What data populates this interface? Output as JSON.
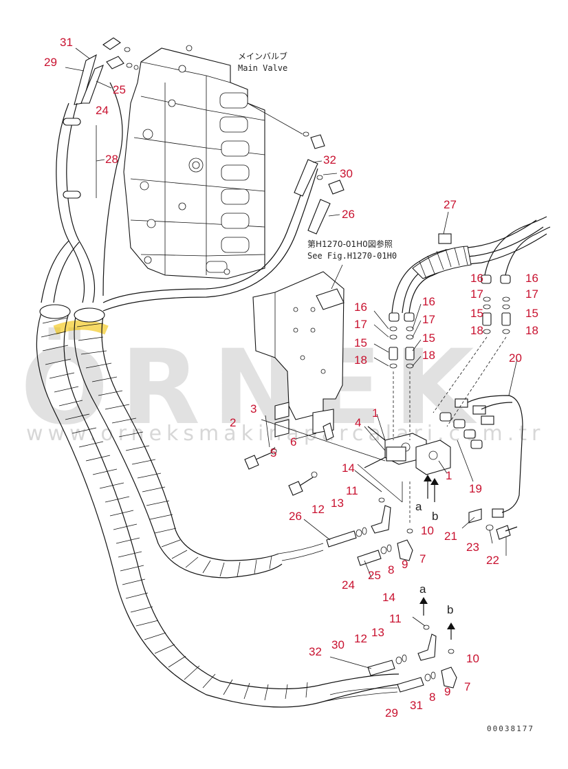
{
  "title": {
    "jp": "メインバルブ",
    "en": "Main Valve"
  },
  "reference": {
    "jp": "第H1270-01H0図参照",
    "en": "See Fig.H1270-01H0"
  },
  "watermark": {
    "brand": "ÖRNEK",
    "url": "www.orneksmakinaparcalari.com.tr"
  },
  "drawing_number": "00038177",
  "callouts": [
    {
      "id": "c31a",
      "text": "31"
    },
    {
      "id": "c29a",
      "text": "29"
    },
    {
      "id": "c25a",
      "text": "25"
    },
    {
      "id": "c24a",
      "text": "24"
    },
    {
      "id": "c28",
      "text": "28"
    },
    {
      "id": "c32a",
      "text": "32"
    },
    {
      "id": "c30a",
      "text": "30"
    },
    {
      "id": "c26a",
      "text": "26"
    },
    {
      "id": "c27",
      "text": "27"
    },
    {
      "id": "c16a",
      "text": "16"
    },
    {
      "id": "c17a",
      "text": "17"
    },
    {
      "id": "c15a",
      "text": "15"
    },
    {
      "id": "c18a",
      "text": "18"
    },
    {
      "id": "c16b",
      "text": "16"
    },
    {
      "id": "c17b",
      "text": "17"
    },
    {
      "id": "c15b",
      "text": "15"
    },
    {
      "id": "c18b",
      "text": "18"
    },
    {
      "id": "c16c",
      "text": "16"
    },
    {
      "id": "c17c",
      "text": "17"
    },
    {
      "id": "c15c",
      "text": "15"
    },
    {
      "id": "c18c",
      "text": "18"
    },
    {
      "id": "c16d",
      "text": "16"
    },
    {
      "id": "c17d",
      "text": "17"
    },
    {
      "id": "c15d",
      "text": "15"
    },
    {
      "id": "c18d",
      "text": "18"
    },
    {
      "id": "c20",
      "text": "20"
    },
    {
      "id": "c1a",
      "text": "1"
    },
    {
      "id": "c1b",
      "text": "1"
    },
    {
      "id": "c2",
      "text": "2"
    },
    {
      "id": "c3",
      "text": "3"
    },
    {
      "id": "c4",
      "text": "4"
    },
    {
      "id": "c5",
      "text": "5"
    },
    {
      "id": "c6",
      "text": "6"
    },
    {
      "id": "c14a",
      "text": "14"
    },
    {
      "id": "c19",
      "text": "19"
    },
    {
      "id": "c11a",
      "text": "11"
    },
    {
      "id": "c12a",
      "text": "12"
    },
    {
      "id": "c13a",
      "text": "13"
    },
    {
      "id": "c26b",
      "text": "26"
    },
    {
      "id": "c10a",
      "text": "10"
    },
    {
      "id": "c21",
      "text": "21"
    },
    {
      "id": "c23",
      "text": "23"
    },
    {
      "id": "c22",
      "text": "22"
    },
    {
      "id": "c8a",
      "text": "8"
    },
    {
      "id": "c9a",
      "text": "9"
    },
    {
      "id": "c7a",
      "text": "7"
    },
    {
      "id": "c25b",
      "text": "25"
    },
    {
      "id": "c24b",
      "text": "24"
    },
    {
      "id": "c14b",
      "text": "14"
    },
    {
      "id": "c11b",
      "text": "11"
    },
    {
      "id": "c12b",
      "text": "12"
    },
    {
      "id": "c13b",
      "text": "13"
    },
    {
      "id": "c10b",
      "text": "10"
    },
    {
      "id": "c32b",
      "text": "32"
    },
    {
      "id": "c30b",
      "text": "30"
    },
    {
      "id": "c7b",
      "text": "7"
    },
    {
      "id": "c9b",
      "text": "9"
    },
    {
      "id": "c8b",
      "text": "8"
    },
    {
      "id": "c31b",
      "text": "31"
    },
    {
      "id": "c29b",
      "text": "29"
    }
  ],
  "flow_labels": [
    {
      "id": "fa1",
      "text": "a"
    },
    {
      "id": "fb1",
      "text": "b"
    },
    {
      "id": "fa2",
      "text": "a"
    },
    {
      "id": "fb2",
      "text": "b"
    }
  ]
}
